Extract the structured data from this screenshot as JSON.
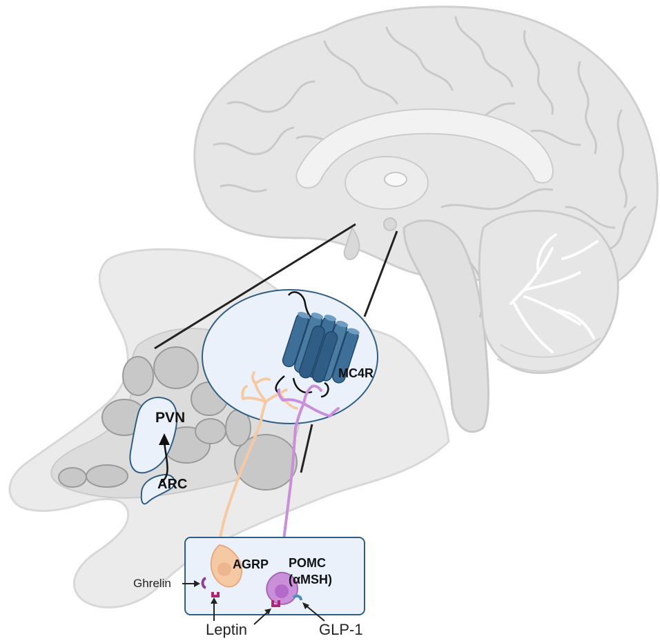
{
  "labels": {
    "pvn": "PVN",
    "arc": "ARC",
    "mc4r": "MC4R",
    "agrp": "AGRP",
    "pomc_line1": "POMC",
    "pomc_line2": "(αMSH)",
    "ghrelin": "Ghrelin",
    "leptin": "Leptin",
    "glp1": "GLP-1"
  },
  "colors": {
    "brain_fill": "#e6e6e6",
    "brain_stroke": "#cfcfcf",
    "hypothalamus_region": "#d4d4d4",
    "inset_fill": "#eaf1fb",
    "inset_stroke": "#2f5d86",
    "receptor": "#3e6f98",
    "receptor_dark": "#23506f",
    "agrp_neuron": "#f6c9a5",
    "agrp_nucleus": "#eeb690",
    "pomc_neuron": "#c98fd8",
    "pomc_nucleus": "#b46ac8",
    "receptor_magenta": "#b0257a",
    "receptor_blue": "#4a8fc0",
    "receptor_purple": "#8b3ea0"
  },
  "icons": [
    "mc4r-receptor-icon",
    "ghrelin-receptor-icon",
    "leptin-receptor-icon",
    "glp1-receptor-icon"
  ]
}
